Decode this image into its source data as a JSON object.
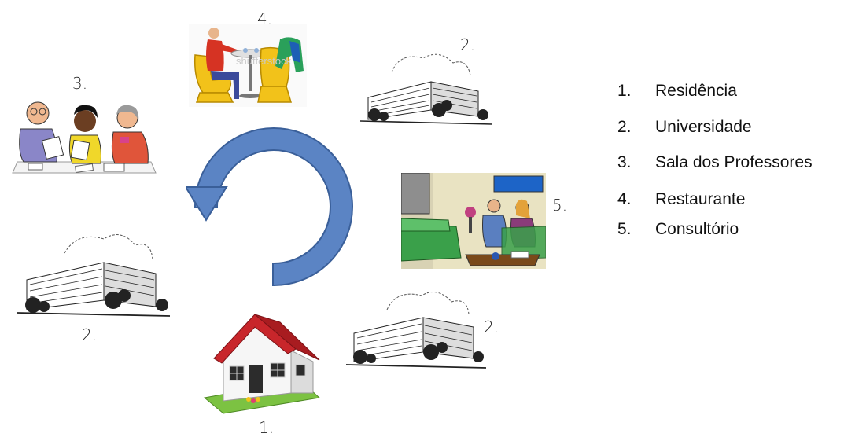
{
  "diagram": {
    "labels": {
      "top_restaurant": "4.",
      "top_university": "2.",
      "teachers_room": "3.",
      "office": "5.",
      "left_university": "2.",
      "right_university": "2.",
      "home": "1."
    },
    "legend": [
      {
        "num": "1.",
        "label": "Residência"
      },
      {
        "num": "2.",
        "label": "Universidade"
      },
      {
        "num": "3.",
        "label": "Sala dos Professores"
      },
      {
        "num": "4.",
        "label": "Restaurante"
      },
      {
        "num": "5.",
        "label": "Consultório"
      }
    ],
    "watermark": "shutterstock",
    "colors": {
      "arrow": "#5b84c4",
      "arrow_edge": "#3a5f99",
      "roof": "#c8262b"
    }
  }
}
